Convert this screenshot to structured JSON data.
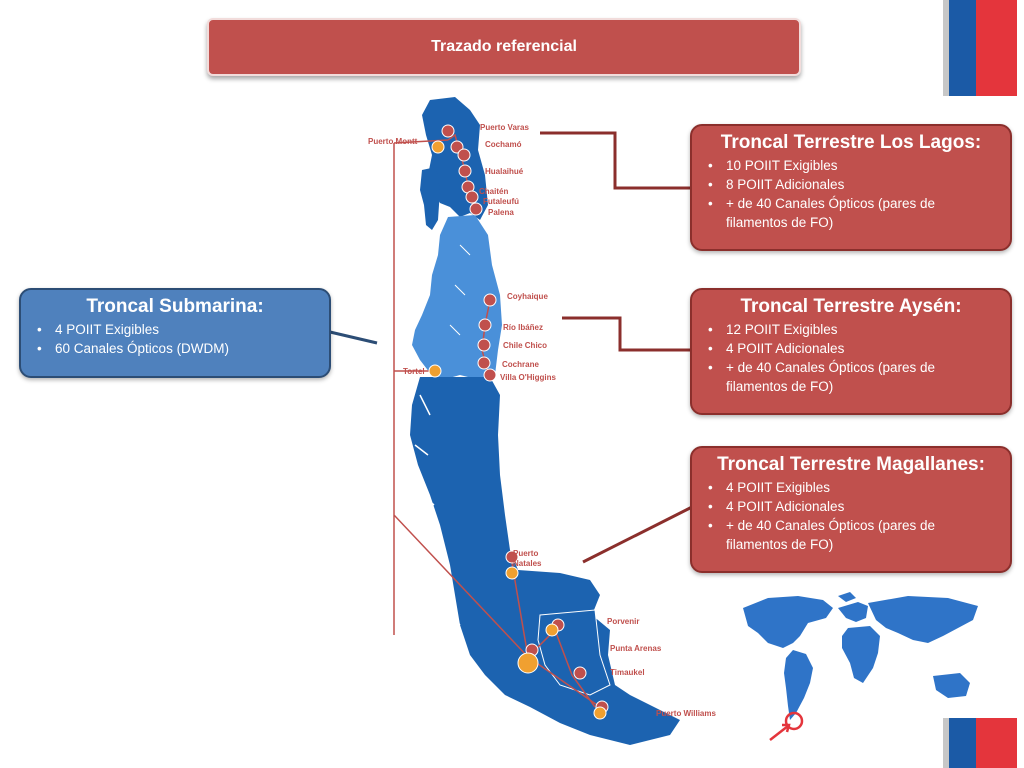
{
  "header": {
    "title": "Trazado referencial"
  },
  "boxes": {
    "los_lagos": {
      "title": "Troncal Terrestre Los Lagos:",
      "items": [
        "10 POIIT Exigibles",
        "8 POIIT Adicionales",
        "+ de 40 Canales Ópticos (pares de filamentos de FO)"
      ]
    },
    "aysen": {
      "title": "Troncal Terrestre Aysén:",
      "items": [
        "12 POIIT Exigibles",
        "4 POIIT Adicionales",
        "+ de 40 Canales Ópticos (pares de filamentos de FO)"
      ]
    },
    "magallanes": {
      "title": "Troncal Terrestre Magallanes:",
      "items": [
        "4 POIIT Exigibles",
        "4 POIIT Adicionales",
        "+ de 40 Canales Ópticos (pares de filamentos de FO)"
      ]
    },
    "submarina": {
      "title": "Troncal Submarina:",
      "items": [
        "4 POIIT Exigibles",
        "60 Canales Ópticos (DWDM)"
      ]
    }
  },
  "map": {
    "cities": {
      "puerto_varas": "Puerto Varas",
      "puerto_montt": "Puerto Montt",
      "cochamo": "Cochamó",
      "hualaihue": "Hualaihué",
      "chaiten": "Chaitén",
      "futaleufu": "Futaleufú",
      "palena": "Palena",
      "coyhaique": "Coyhaique",
      "rio_ibanez": "Río Ibáñez",
      "chile_chico": "Chile Chico",
      "cochrane": "Cochrane",
      "tortel": "Tortel",
      "villa_ohiggins": "Villa O'Higgins",
      "puerto_natales_1": "Puerto",
      "puerto_natales_2": "Natales",
      "porvenir": "Porvenir",
      "punta_arenas": "Punta Arenas",
      "timaukel": "Timaukel",
      "puerto_williams": "Puerto Williams"
    }
  },
  "colors": {
    "red": "#c0504d",
    "blue": "#4f81bd",
    "map_blue": "#1c63b0",
    "map_light": "#4a90d9",
    "node": "#f0a030"
  },
  "icons": [
    "lambda-node-icon",
    "world-map-icon",
    "red-arrow-icon"
  ]
}
